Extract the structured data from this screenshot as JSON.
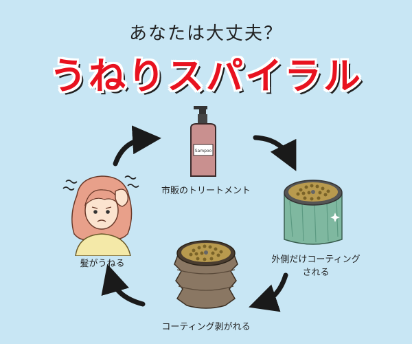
{
  "header": {
    "question": "あなたは大丈夫？",
    "title": "うねりスパイラル"
  },
  "steps": [
    {
      "label": "市販のトリートメント"
    },
    {
      "label_line1": "外側だけコーティング",
      "label_line2": "される"
    },
    {
      "label": "コーティング剥がれる"
    },
    {
      "label": "髪がうねる"
    }
  ],
  "bottle": {
    "text": "Sampoo"
  },
  "colors": {
    "background": "#c8e6f4",
    "title_red": "#e8121f",
    "bottle": "#c9908f",
    "coated_hair": "#7fb8a0",
    "damaged_hair": "#8a7763",
    "hair_core": "#b89a4e"
  }
}
